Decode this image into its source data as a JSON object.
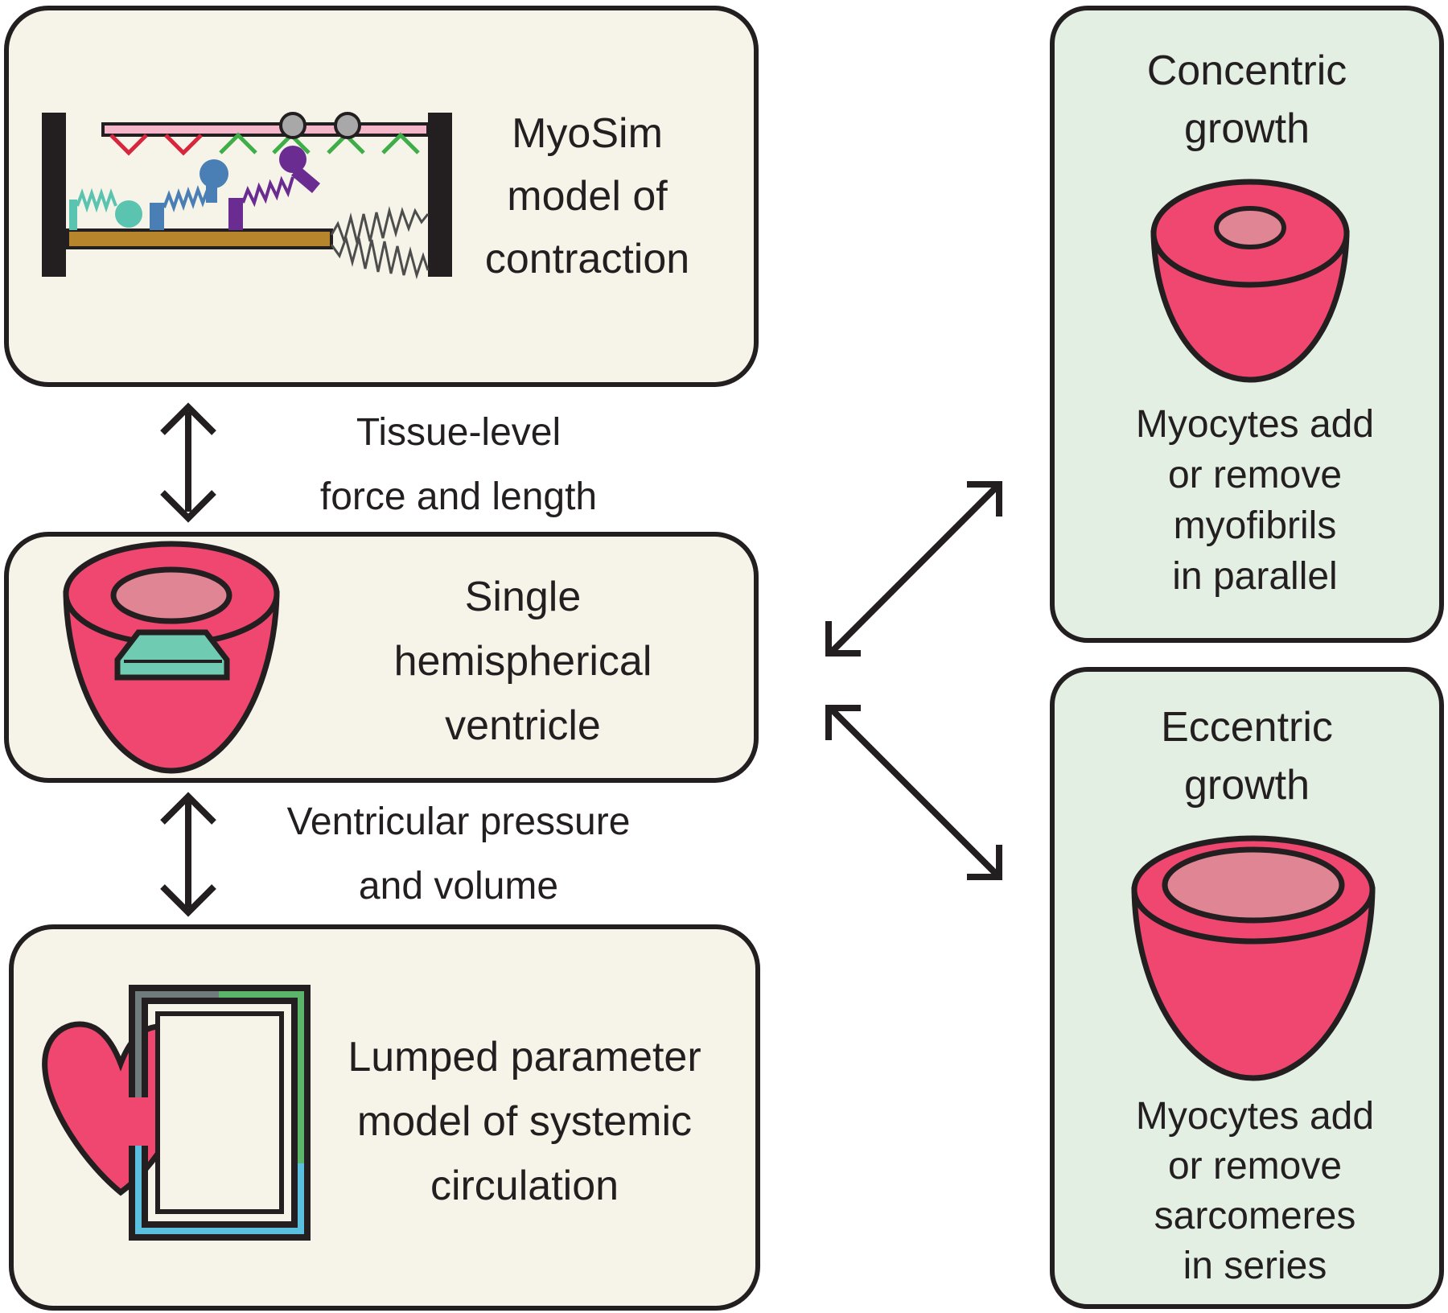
{
  "myosim_box": {
    "lines": [
      "MyoSim",
      "model of",
      "contraction"
    ]
  },
  "tissue_label": {
    "lines": [
      "Tissue-level",
      "force and length"
    ]
  },
  "ventricle_box": {
    "lines": [
      "Single",
      "hemispherical",
      "ventricle"
    ]
  },
  "pressure_label": {
    "lines": [
      "Ventricular pressure",
      "and volume"
    ]
  },
  "circulation_box": {
    "lines": [
      "Lumped parameter",
      "model of systemic",
      "circulation"
    ]
  },
  "concentric_box": {
    "title": [
      "Concentric",
      "growth"
    ],
    "desc": [
      "Myocytes add",
      "or remove",
      "myofibrils",
      "in parallel"
    ]
  },
  "eccentric_box": {
    "title": [
      "Eccentric",
      "growth"
    ],
    "desc": [
      "Myocytes add",
      "or remove",
      "sarcomeres",
      "in series"
    ]
  },
  "colors": {
    "box_cream": "#f6f4e8",
    "box_green": "#e3efe2",
    "heart_pink": "#ef476f",
    "cavity_pink": "#e08593",
    "outline": "#231f20",
    "thin_filament": "#f4b6c8",
    "actin_site_red": "#d7263d",
    "actin_site_green": "#3fae49",
    "myosin_teal": "#5bc4b1",
    "myosin_blue": "#4a7fb5",
    "myosin_purple": "#6a2c91",
    "thick_filament": "#b7862c",
    "titin_gray": "#4d4d4d",
    "vessel_green": "#5bb56a",
    "vessel_blue": "#5bbfe0",
    "vessel_gray": "#6f7b7c"
  },
  "icons": [
    "sarcomere-schematic",
    "ventricle-icon",
    "heart-circulation-icon",
    "concentric-ventricle-icon",
    "eccentric-ventricle-icon",
    "double-arrow"
  ]
}
